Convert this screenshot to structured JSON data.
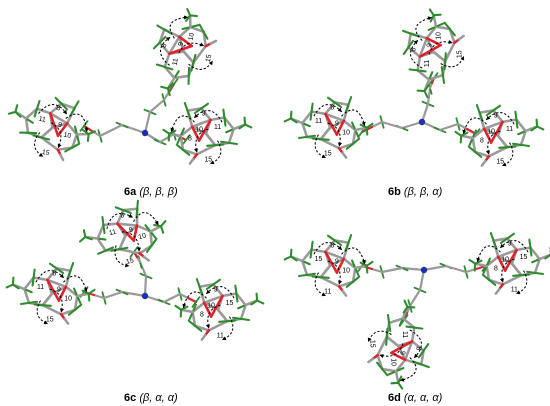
{
  "panels": [
    {
      "id": "6a",
      "config": "(β, β, β)",
      "locants": [
        "11",
        "8",
        "9",
        "10",
        "15",
        "11",
        "8",
        "9",
        "10",
        "15",
        "11",
        "9",
        "10",
        "8",
        "15"
      ]
    },
    {
      "id": "6b",
      "config": "(β, β, α)",
      "locants": [
        "11",
        "8",
        "9",
        "10",
        "15",
        "11",
        "8",
        "9",
        "10",
        "15",
        "11",
        "9",
        "10",
        "8",
        "15"
      ]
    },
    {
      "id": "6c",
      "config": "(β, α, α)",
      "locants": [
        "11",
        "8",
        "9",
        "10",
        "15",
        "11",
        "8",
        "9",
        "10",
        "15",
        "15",
        "9",
        "10",
        "8",
        "11"
      ]
    },
    {
      "id": "6d",
      "config": "(α, α, α)",
      "locants": [
        "15",
        "8",
        "9",
        "10",
        "11",
        "11",
        "8",
        "9",
        "10",
        "15",
        "15",
        "9",
        "10",
        "8",
        "11"
      ]
    }
  ],
  "colors": {
    "carbon": "#9a9a9a",
    "hydrogen": "#2e8b2e",
    "oxygen": "#e0202a",
    "nitrogen": "#1f2fb0",
    "noe": "#000000"
  }
}
